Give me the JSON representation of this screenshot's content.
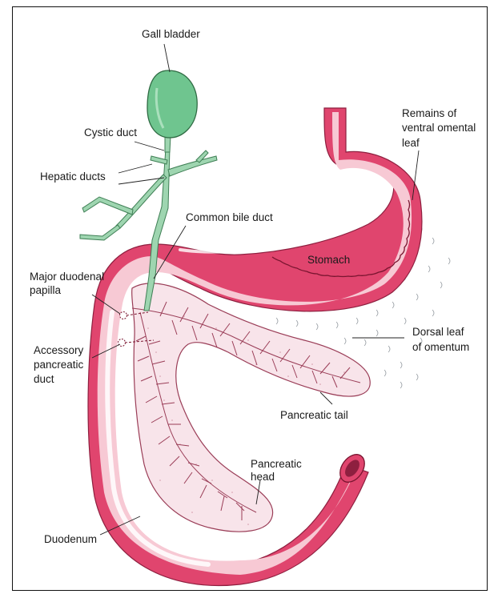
{
  "labels": {
    "gall_bladder": "Gall bladder",
    "cystic_duct": "Cystic duct",
    "hepatic_ducts": "Hepatic ducts",
    "common_bile_duct": "Common bile duct",
    "major_duodenal_papilla": [
      "Major duodenal",
      "papilla"
    ],
    "accessory_pancreatic_duct": [
      "Accessory",
      "pancreatic",
      "duct"
    ],
    "duodenum": "Duodenum",
    "remains_ventral_omental_leaf": [
      "Remains of",
      "ventral omental",
      "leaf"
    ],
    "stomach": "Stomach",
    "dorsal_leaf_omentum": [
      "Dorsal leaf",
      "of omentum"
    ],
    "pancreatic_tail": "Pancreatic tail",
    "pancreatic_head": [
      "Pancreatic",
      "head"
    ]
  },
  "colors": {
    "gut_wall": "#e0456e",
    "gut_inner": "#f7c9d4",
    "gut_lumen": "#fbe3ea",
    "bile_green": "#9ed5b0",
    "gall_bladder_fill": "#6fc58f",
    "pancreas_fill": "#f8e4ea",
    "pancreas_outline": "#9a3d57"
  }
}
